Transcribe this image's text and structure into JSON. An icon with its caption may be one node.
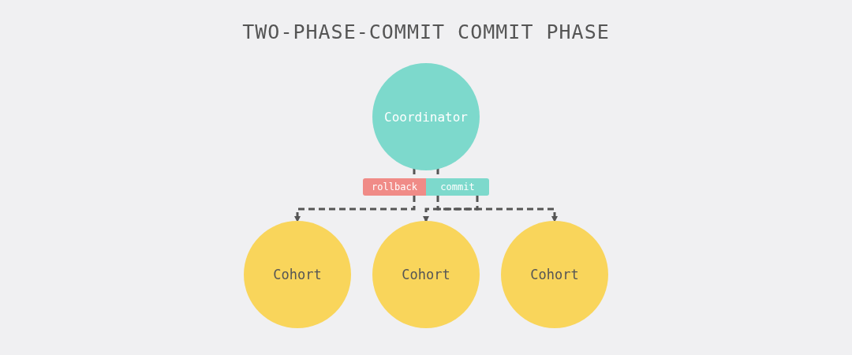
{
  "diagram": {
    "title": "TWO-PHASE-COMMIT COMMIT PHASE",
    "nodes": [
      {
        "text": [
          "Coordinator"
        ]
      },
      {
        "text": [
          "rollback"
        ]
      },
      {
        "text": [
          "commit"
        ]
      },
      {
        "text": [
          "Cohort"
        ]
      },
      {
        "text": [
          "Cohort"
        ]
      },
      {
        "text": [
          "Cohort"
        ]
      }
    ],
    "edges": [
      {
        "from": 0,
        "to": 1,
        "arrow": "none",
        "style": "dashed"
      },
      {
        "from": 0,
        "to": 2,
        "arrow": "none",
        "style": "dashed"
      },
      {
        "from": 1,
        "to": 3,
        "arrow": "to",
        "style": "dashed"
      },
      {
        "from": 2,
        "to": 4,
        "arrow": "to",
        "style": "dashed"
      },
      {
        "from": 2,
        "to": 5,
        "arrow": "to",
        "style": "dashed"
      }
    ]
  }
}
